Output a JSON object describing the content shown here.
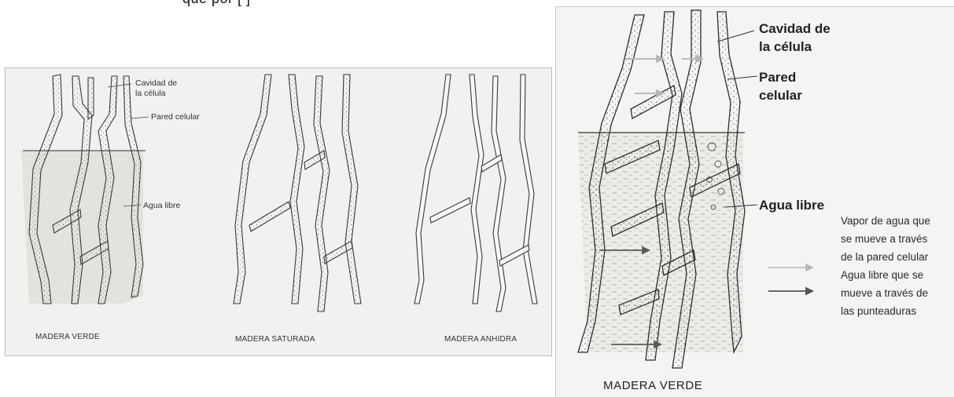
{
  "top_snippet": "que por                          [ ]",
  "left_panel": {
    "diagram1": {
      "label_cavity": [
        "Cavidad de",
        "la célula"
      ],
      "label_wall": "Pared celular",
      "label_water": "Agua libre",
      "caption": "MADERA VERDE"
    },
    "diagram2": {
      "caption": "MADERA SATURADA"
    },
    "diagram3": {
      "caption": "MADERA ANHIDRA"
    }
  },
  "right_panel": {
    "label_cavity": [
      "Cavidad de",
      "la célula"
    ],
    "label_wall": [
      "Pared",
      "celular"
    ],
    "label_water": "Agua libre",
    "legend_vapor": [
      "Vapor de agua que",
      "se mueve a través",
      "de la pared celular"
    ],
    "legend_free": [
      "Agua libre que se",
      "mueve a través de",
      "las punteaduras"
    ],
    "caption": "MADERA VERDE"
  },
  "colors": {
    "ink": "#3a3a3a",
    "vapor_arrow": "#b8b8b8",
    "free_arrow": "#5a5a5a",
    "water": "#e8e8e4"
  }
}
